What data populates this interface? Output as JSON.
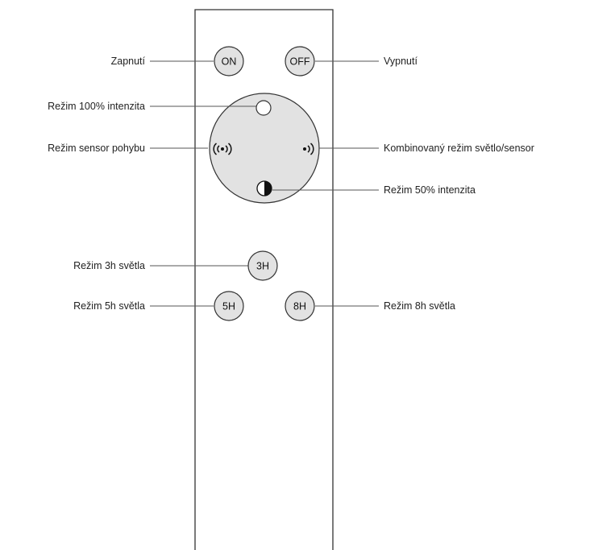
{
  "colors": {
    "remote_body": "#ffffff",
    "button_fill": "#e2e2e2",
    "outline": "#333333"
  },
  "buttons": {
    "on": "ON",
    "off": "OFF",
    "h3": "3H",
    "h5": "5H",
    "h8": "8H"
  },
  "icons": {
    "full_intensity": "circle-outline-icon",
    "motion_sensor": "motion-waves-icon",
    "combined_mode": "signal-waves-icon",
    "half_intensity": "half-circle-icon"
  },
  "labels": {
    "on": "Zapnutí",
    "off": "Vypnutí",
    "full_intensity": "Režim 100% intenzita",
    "motion_sensor": "Režim sensor pohybu",
    "combined_mode": "Kombinovaný režim světlo/sensor",
    "half_intensity": "Režim 50% intenzita",
    "h3": "Režim 3h světla",
    "h5": "Režim 5h světla",
    "h8": "Režim 8h světla"
  }
}
